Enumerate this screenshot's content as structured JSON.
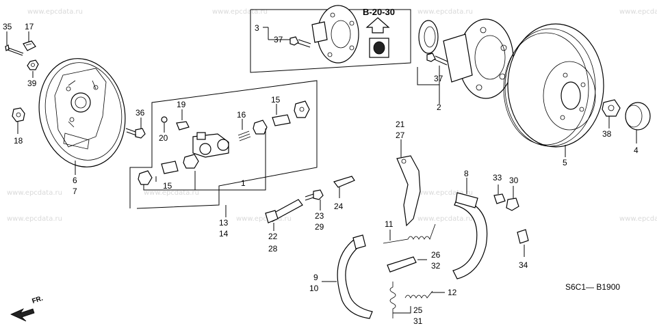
{
  "watermark": "www.epcdata.ru",
  "diagram_code": "S6C1— B1900",
  "reference": "B-20-30",
  "direction": "FR.",
  "callouts": {
    "c35": "35",
    "c17": "17",
    "c39": "39",
    "c18": "18",
    "c36": "36",
    "c6": "6",
    "c7": "7",
    "c19": "19",
    "c20": "20",
    "c16": "16",
    "c15a": "15",
    "c15b": "15",
    "c1": "1",
    "c13": "13",
    "c14": "14",
    "c22": "22",
    "c28": "28",
    "c23": "23",
    "c29": "29",
    "c24": "24",
    "c3": "3",
    "c37a": "37",
    "c37b": "37",
    "c2": "2",
    "c21": "21",
    "c27": "27",
    "c8": "8",
    "c11": "11",
    "c33": "33",
    "c30": "30",
    "c26": "26",
    "c32": "32",
    "c9": "9",
    "c10": "10",
    "c12": "12",
    "c25": "25",
    "c31": "31",
    "c34": "34",
    "c38": "38",
    "c4": "4",
    "c5": "5"
  }
}
